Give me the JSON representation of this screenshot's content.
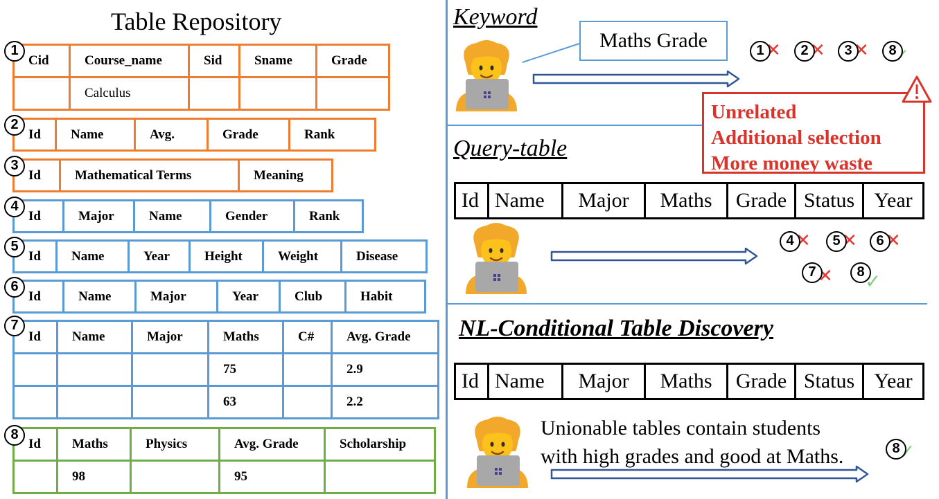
{
  "repository": {
    "title": "Table Repository",
    "tables": [
      {
        "num": "1",
        "headers": [
          "Cid",
          "Course_name",
          "Sid",
          "Sname",
          "Grade"
        ],
        "rows": [
          [
            "",
            "Calculus",
            "",
            "",
            ""
          ]
        ]
      },
      {
        "num": "2",
        "headers": [
          "Id",
          "Name",
          "Avg.",
          "Grade",
          "Rank"
        ],
        "rows": []
      },
      {
        "num": "3",
        "headers": [
          "Id",
          "Mathematical Terms",
          "Meaning"
        ],
        "rows": []
      },
      {
        "num": "4",
        "headers": [
          "Id",
          "Major",
          "Name",
          "Gender",
          "Rank"
        ],
        "rows": []
      },
      {
        "num": "5",
        "headers": [
          "Id",
          "Name",
          "Year",
          "Height",
          "Weight",
          "Disease"
        ],
        "rows": []
      },
      {
        "num": "6",
        "headers": [
          "Id",
          "Name",
          "Major",
          "Year",
          "Club",
          "Habit"
        ],
        "rows": []
      },
      {
        "num": "7",
        "headers": [
          "Id",
          "Name",
          "Major",
          "Maths",
          "C#",
          "Avg. Grade"
        ],
        "rows": [
          [
            "",
            "",
            "",
            "75",
            "",
            "2.9"
          ],
          [
            "",
            "",
            "",
            "63",
            "",
            "2.2"
          ]
        ]
      },
      {
        "num": "8",
        "headers": [
          "Id",
          "Maths",
          "Physics",
          "Avg. Grade",
          "Scholarship"
        ],
        "rows": [
          [
            "",
            "98",
            "",
            "95",
            ""
          ]
        ]
      }
    ]
  },
  "keyword": {
    "title": "Keyword",
    "query": "Maths Grade",
    "results": [
      {
        "num": "1",
        "match": false
      },
      {
        "num": "2",
        "match": false
      },
      {
        "num": "3",
        "match": false
      },
      {
        "num": "8",
        "match": true
      }
    ],
    "warning_lines": [
      "Unrelated",
      "Additional selection",
      "More money waste"
    ]
  },
  "query_table": {
    "title": "Query-table",
    "headers": [
      "Id",
      "Name",
      "Major",
      "Maths",
      "Grade",
      "Status",
      "Year"
    ],
    "results": [
      {
        "num": "4",
        "match": false
      },
      {
        "num": "5",
        "match": false
      },
      {
        "num": "6",
        "match": false
      },
      {
        "num": "7",
        "match": false
      },
      {
        "num": "8",
        "match": true
      }
    ]
  },
  "nl_conditional": {
    "title": "NL-Conditional Table Discovery",
    "headers": [
      "Id",
      "Name",
      "Major",
      "Maths",
      "Grade",
      "Status",
      "Year"
    ],
    "text_lines": [
      "Unionable tables contain students",
      "with high grades and good at Maths."
    ],
    "results": [
      {
        "num": "8",
        "match": true
      }
    ]
  },
  "colors": {
    "orange": "#ED7D31",
    "blue": "#5B9BD5",
    "green": "#70AD47",
    "red": "#D9342B",
    "check": "#7ED17C"
  },
  "icons": [
    "person-at-laptop-icon",
    "right-arrow-icon",
    "warning-icon",
    "cross-icon",
    "check-icon"
  ]
}
